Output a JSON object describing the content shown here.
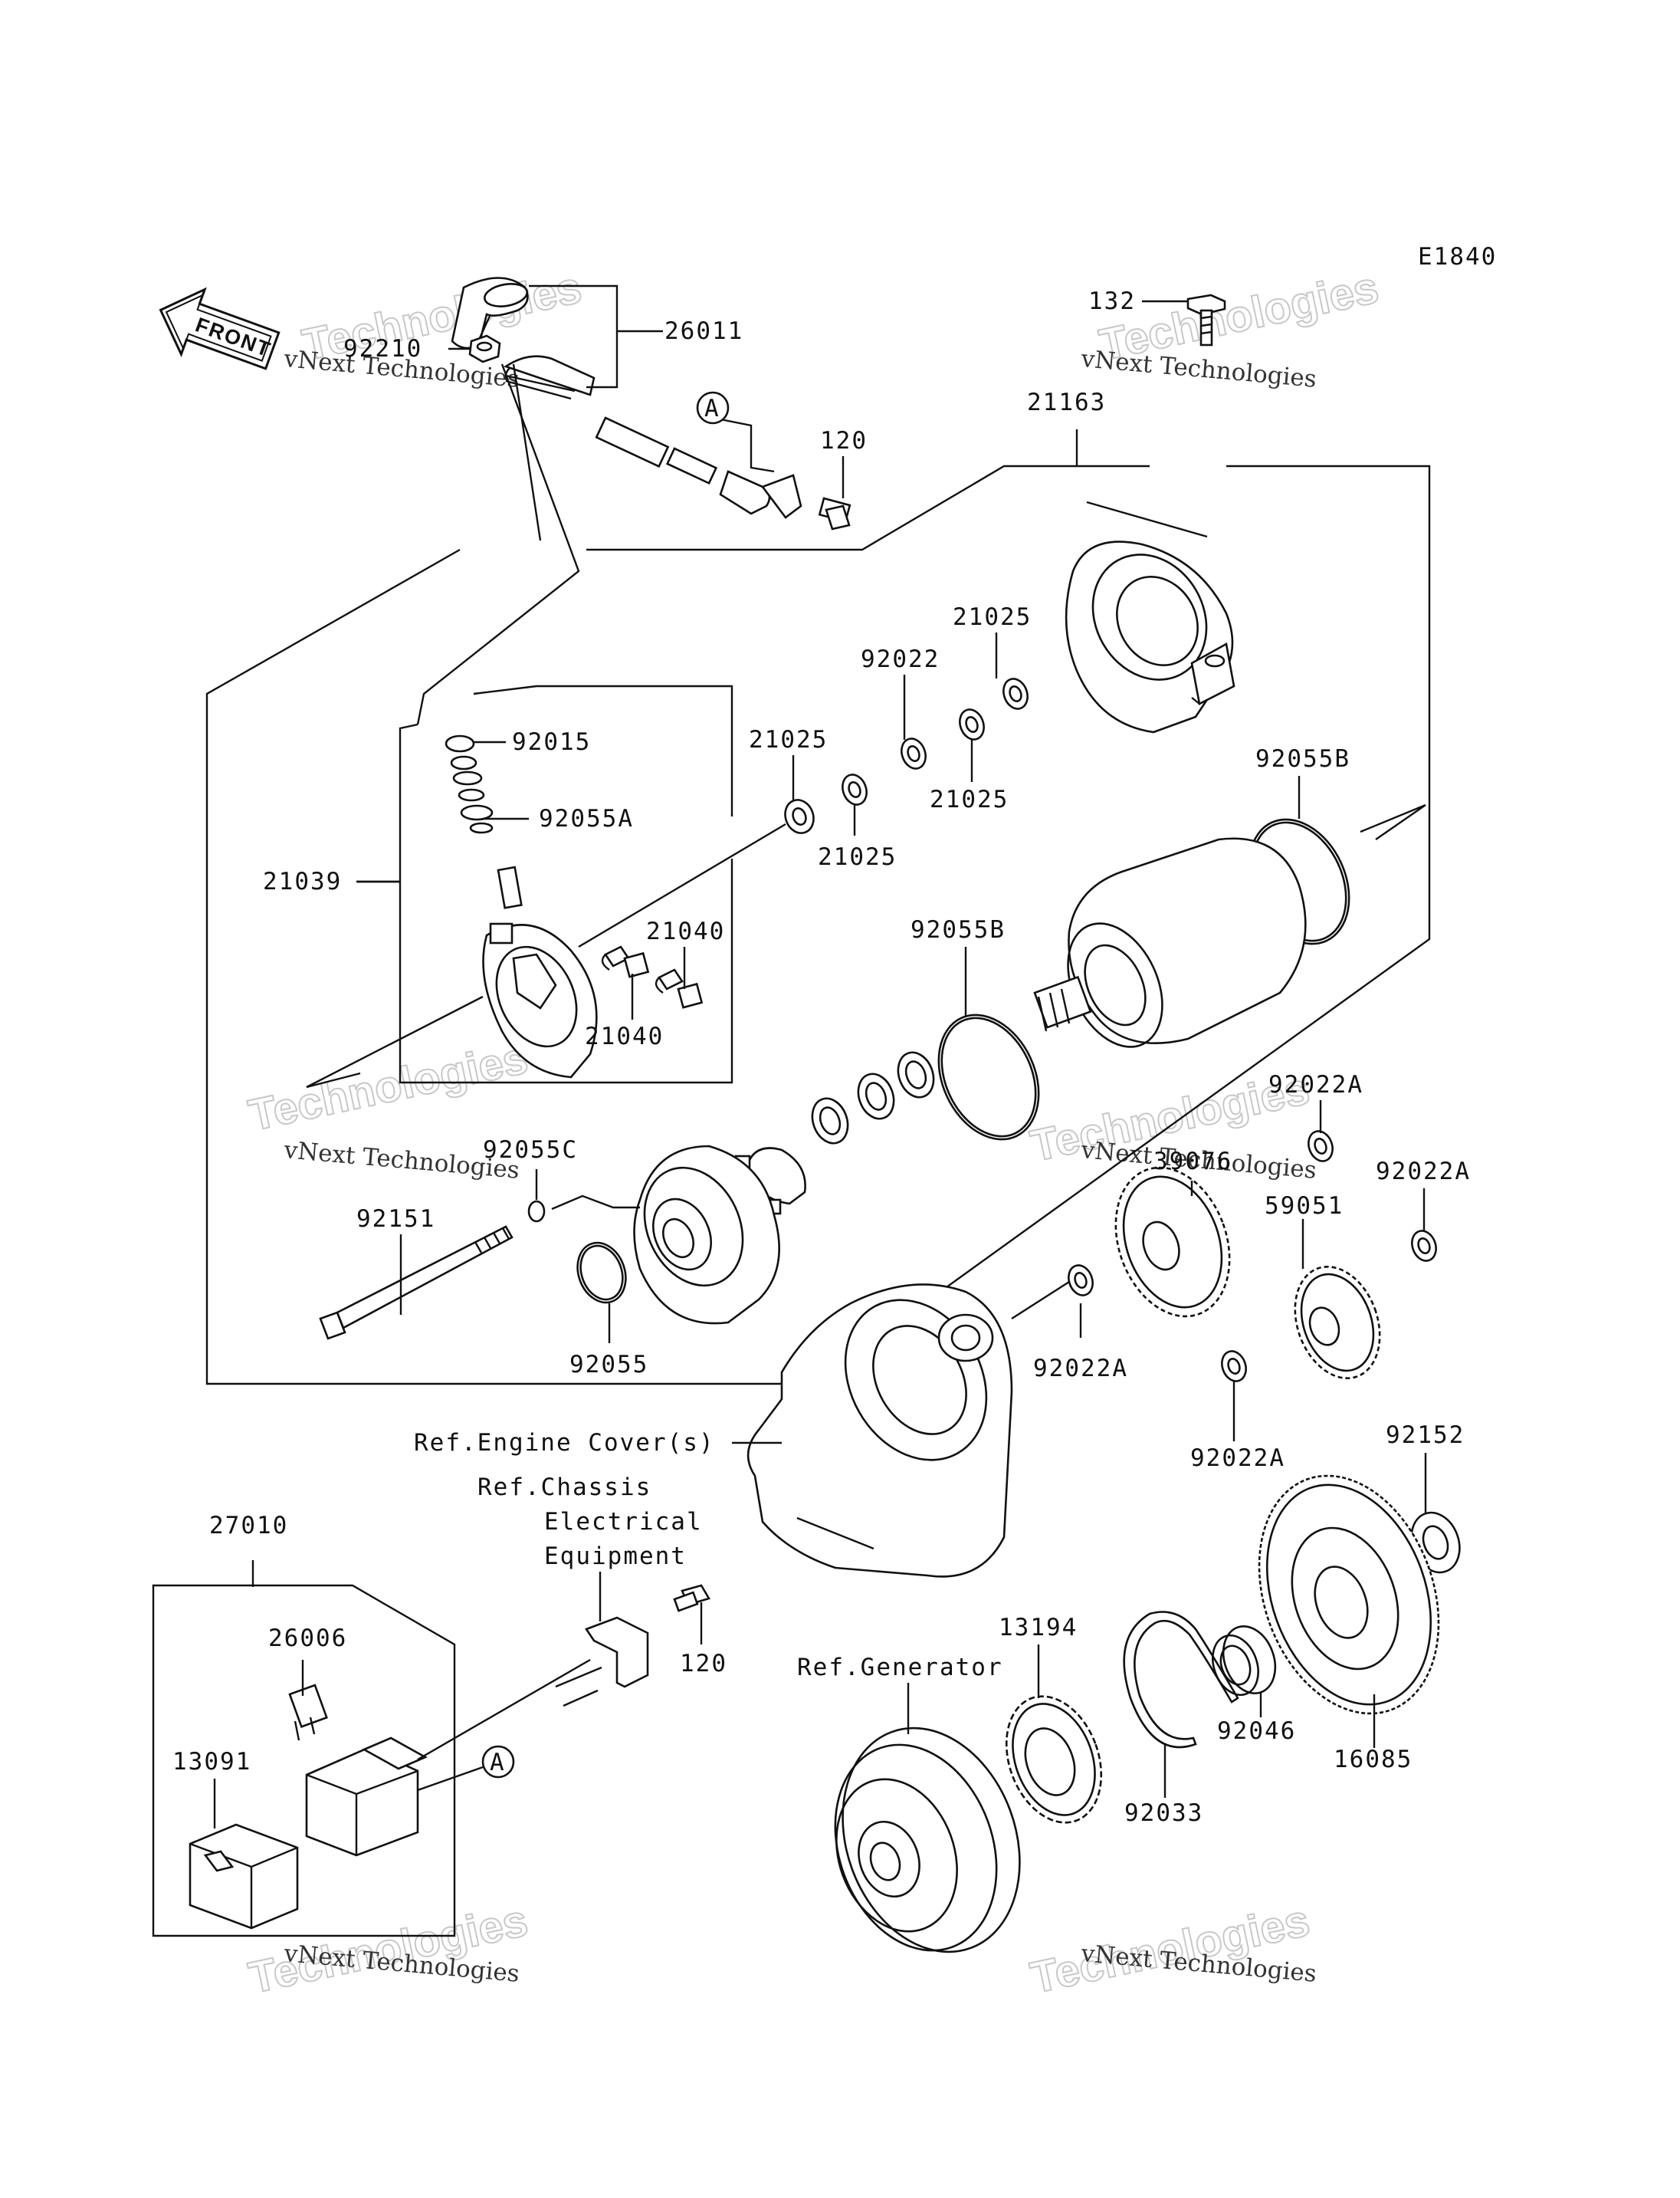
{
  "diagram_code": "E1840",
  "direction_label": "FRONT",
  "callout_letter": "A",
  "watermark": {
    "line1": "vNext Technologies",
    "line2": "Technologies",
    "line3": "vNext"
  },
  "parts": {
    "p26011": "26011",
    "p92210": "92210",
    "p120a": "120",
    "p132": "132",
    "p21163": "21163",
    "p21025a": "21025",
    "p92022": "92022",
    "p21025b": "21025",
    "p21025c": "21025",
    "p21025d": "21025",
    "p92015": "92015",
    "p92055A": "92055A",
    "p21039": "21039",
    "p21040a": "21040",
    "p21040b": "21040",
    "p92055B_top": "92055B",
    "p92055B_mid": "92055B",
    "p92022A_1": "92022A",
    "p92022A_2": "92022A",
    "p92022A_3": "92022A",
    "p92022A_4": "92022A",
    "p39076": "39076",
    "p59051": "59051",
    "p92055C": "92055C",
    "p92151": "92151",
    "p92055": "92055",
    "p92152": "92152",
    "p27010": "27010",
    "p26006": "26006",
    "p13091": "13091",
    "p120b": "120",
    "p13194": "13194",
    "p92046": "92046",
    "p16085": "16085",
    "p92033": "92033"
  },
  "references": {
    "engine_cover": "Ref.Engine Cover(s)",
    "chassis_line1": "Ref.Chassis",
    "chassis_line2": "Electrical",
    "chassis_line3": "Equipment",
    "generator": "Ref.Generator"
  }
}
